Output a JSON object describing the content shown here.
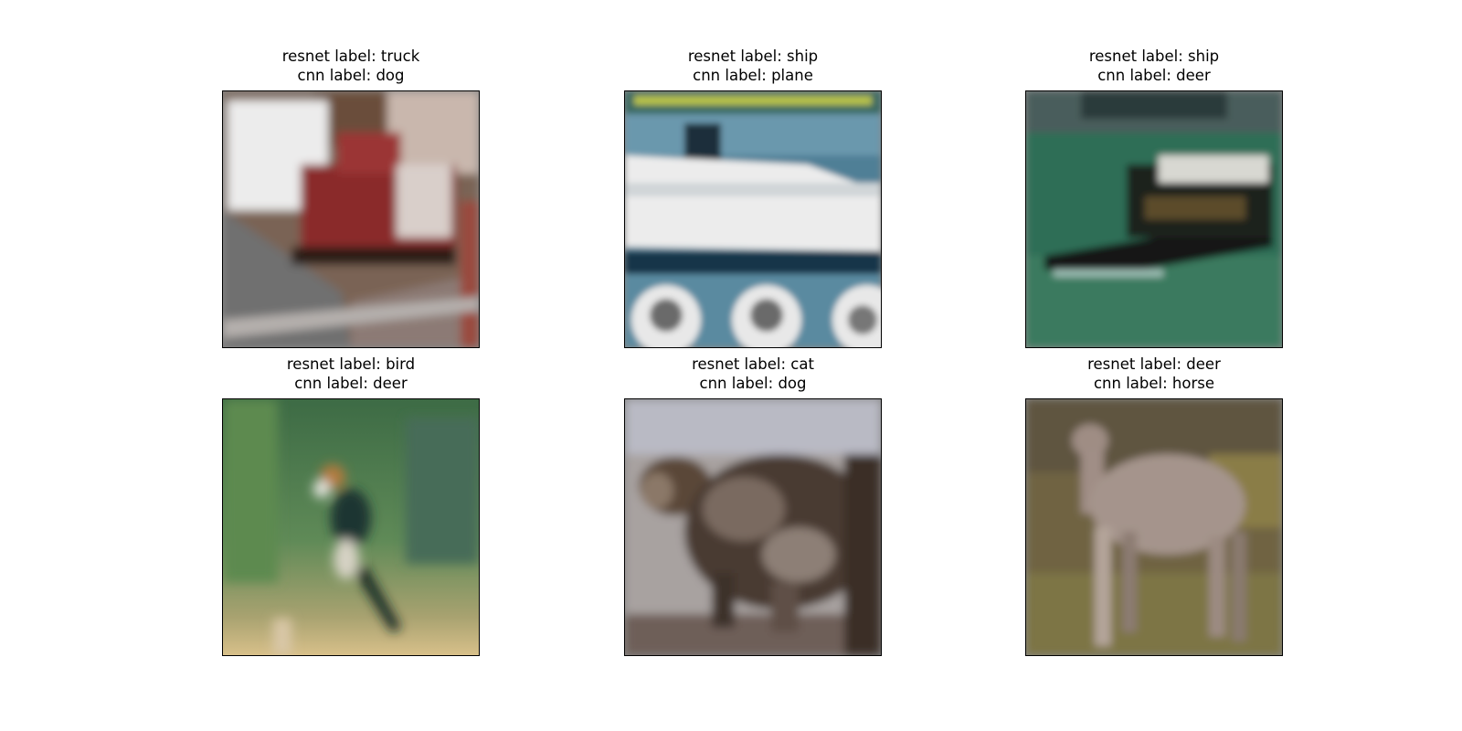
{
  "panels": [
    {
      "resnet_label": "resnet label: truck",
      "cnn_label": "cnn label: dog"
    },
    {
      "resnet_label": "resnet label: ship",
      "cnn_label": "cnn label: plane"
    },
    {
      "resnet_label": "resnet label: ship",
      "cnn_label": "cnn label: deer"
    },
    {
      "resnet_label": "resnet label: bird",
      "cnn_label": "cnn label: deer"
    },
    {
      "resnet_label": "resnet label: cat",
      "cnn_label": "cnn label: dog"
    },
    {
      "resnet_label": "resnet label: deer",
      "cnn_label": "cnn label: horse"
    }
  ]
}
